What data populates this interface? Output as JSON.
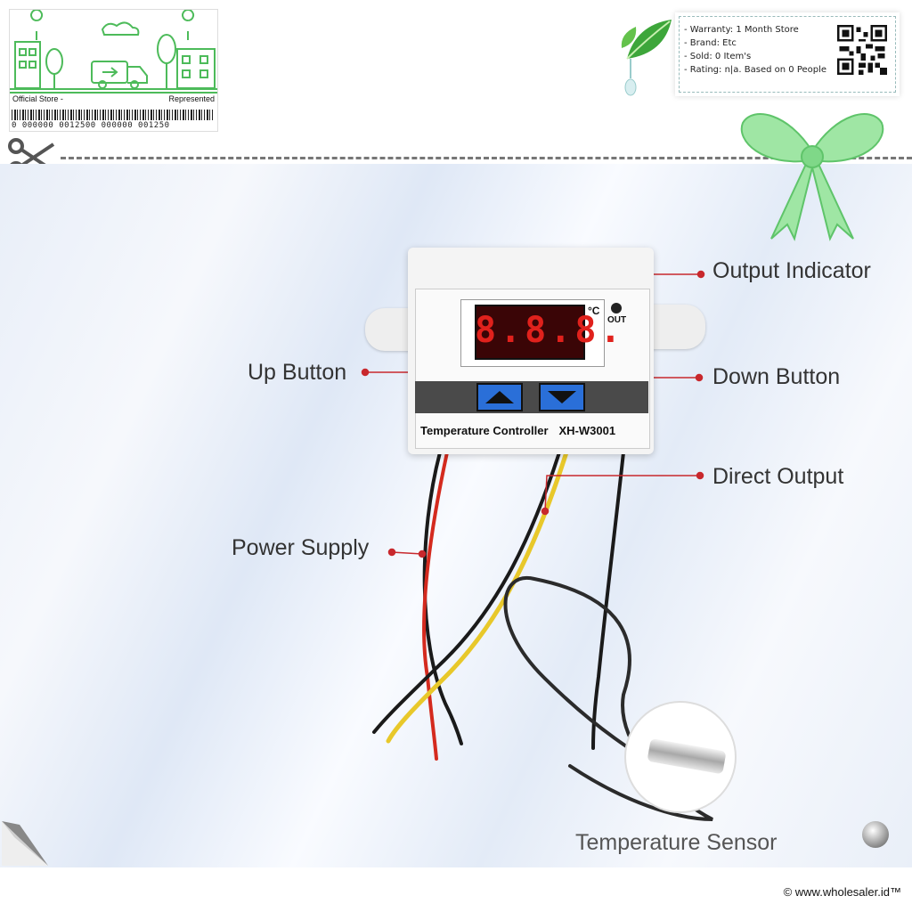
{
  "store_card": {
    "left_label": "Official Store -",
    "right_label": "Represented",
    "barcode_digits": "0  000000  0012500  000000  001250"
  },
  "info_card": {
    "lines": [
      "- Warranty: 1 Month Store",
      "- Brand: Etc",
      "- Sold: 0 Item's",
      "- Rating: n|a. Based on 0 People"
    ]
  },
  "device": {
    "display": "8.8.8.",
    "unit": "°C",
    "out_label": "OUT",
    "name": "Temperature Controller",
    "model": "XH-W3001"
  },
  "callouts": {
    "output_indicator": "Output Indicator",
    "up_button": "Up Button",
    "down_button": "Down Button",
    "direct_output": "Direct Output",
    "power_supply": "Power Supply",
    "temperature_sensor": "Temperature Sensor"
  },
  "icons": [
    "scissors-icon",
    "bow-icon",
    "leaf-icon",
    "qr-code-icon",
    "page-curl-icon",
    "pin-icon",
    "up-arrow-icon",
    "down-arrow-icon"
  ],
  "colors": {
    "accent_green": "#4dbb5a",
    "callout_dot": "#c8282d",
    "display_red": "#e0211c",
    "button_blue": "#2a6fd8"
  },
  "footer": {
    "credit": "© www.wholesaler.id™"
  }
}
